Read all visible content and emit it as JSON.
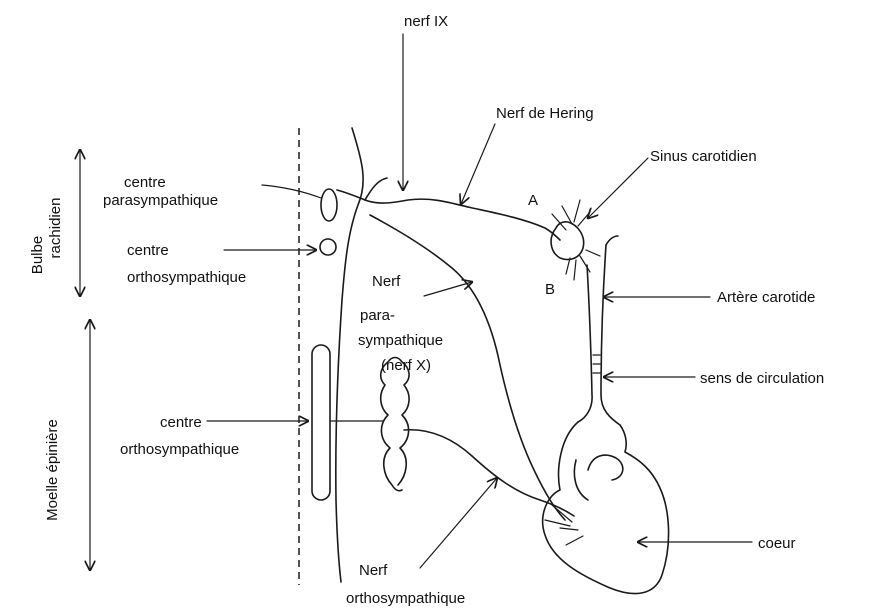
{
  "labels": {
    "nerf_ix": "nerf IX",
    "nerf_hering": "Nerf de Hering",
    "sinus_carotidien": "Sinus carotidien",
    "centre_para_1": "centre",
    "centre_para_2": "parasympathique",
    "centre_ortho_bulbe_1": "centre",
    "centre_ortho_bulbe_2": "orthosympathique",
    "bulbe_1": "Bulbe",
    "bulbe_2": "rachidien",
    "point_a": "A",
    "point_b": "B",
    "artere_carotide": "Artère carotide",
    "nerf_para_1": "Nerf",
    "nerf_para_2": "para-",
    "nerf_para_3": "sympathique",
    "nerf_para_4": "(nerf X)",
    "sens_circulation": "sens de circulation",
    "moelle": "Moelle épinière",
    "centre_ortho_moelle_1": "centre",
    "centre_ortho_moelle_2": "orthosympathique",
    "coeur": "coeur",
    "nerf_ortho_1": "Nerf",
    "nerf_ortho_2": "orthosympathique"
  }
}
